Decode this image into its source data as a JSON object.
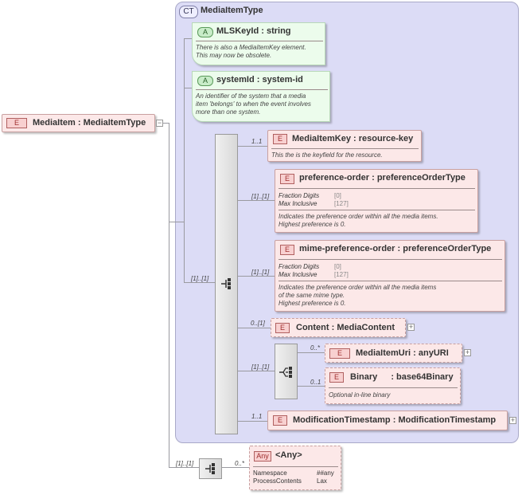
{
  "complex_type": {
    "tag": "CT",
    "name": "MediaItemType"
  },
  "root": {
    "badge": "E",
    "name": "MediaItem",
    "type": ": MediaItemType",
    "plus": "−"
  },
  "attributes": [
    {
      "badge": "A",
      "name": "MLSKeyId",
      "type": ": string",
      "doc": [
        "There is also a MediaItemKey element.",
        "This may now be obsolete."
      ]
    },
    {
      "badge": "A",
      "name": "systemId",
      "type": ": system-id",
      "doc": [
        "An identifier of the system that a media",
        "item 'belongs' to when the event involves",
        "more than one system."
      ]
    }
  ],
  "main_sequence_card": "[1]..[1]",
  "elements": [
    {
      "badge": "E",
      "card": "1..1",
      "name": "MediaItemKey",
      "type": ": resource-key",
      "doc": [
        "This the is the keyfield for the resource."
      ]
    },
    {
      "badge": "E",
      "card": "[1]..[1]",
      "name": "preference-order",
      "type": ": preferenceOrderType",
      "facets": [
        {
          "label": "Fraction Digits",
          "value": "[0]"
        },
        {
          "label": "Max Inclusive",
          "value": "[127]"
        }
      ],
      "doc": [
        "Indicates the preference order within all the media items.",
        "Highest preference is 0."
      ]
    },
    {
      "badge": "E",
      "card": "[1]..[1]",
      "name": "mime-preference-order",
      "type": ": preferenceOrderType",
      "facets": [
        {
          "label": "Fraction Digits",
          "value": "[0]"
        },
        {
          "label": "Max Inclusive",
          "value": "[127]"
        }
      ],
      "doc": [
        "Indicates the preference order within all the media items",
        "of the same mime type.",
        "Highest preference is 0."
      ]
    },
    {
      "badge": "E",
      "card": "0..[1]",
      "name": "Content",
      "type": ": MediaContent",
      "plus": "+"
    },
    {
      "badge": "E",
      "card": "1..1",
      "name": "ModificationTimestamp",
      "type": ": ModificationTimestamp",
      "plus": "+"
    }
  ],
  "choice": {
    "card": "[1]..[1]",
    "items": [
      {
        "badge": "E",
        "card": "0..*",
        "name": "MediaItemUri",
        "type": ": anyURI",
        "plus": "+"
      },
      {
        "badge": "E",
        "card": "0..1",
        "name": "Binary",
        "type": ": base64Binary",
        "doc": [
          "Optional in-line binary"
        ]
      }
    ]
  },
  "any": {
    "seq_card": "[1]..[1]",
    "card": "0..*",
    "badge": "Any",
    "name": "<Any>",
    "props": [
      {
        "label": "Namespace",
        "value": "##any"
      },
      {
        "label": "ProcessContents",
        "value": "Lax"
      }
    ]
  },
  "colors": {
    "complex_type_bg": "#dcdcf6",
    "attribute_bg": "#ecfcec",
    "element_bg": "#fce8e8",
    "connector": "#9a9aa0"
  }
}
